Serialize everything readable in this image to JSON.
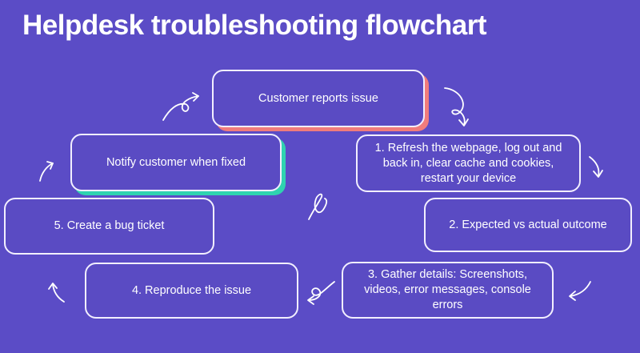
{
  "title": "Helpdesk troubleshooting flowchart",
  "nodes": {
    "start": "Customer reports issue",
    "step1": "1. Refresh the webpage, log out and back in, clear cache and cookies, restart your device",
    "step2": "2. Expected vs actual outcome",
    "step3": "3. Gather details: Screenshots, videos, error messages, console errors",
    "step4": "4. Reproduce the issue",
    "step5": "5. Create a bug ticket",
    "end": "Notify customer when fixed"
  },
  "colors": {
    "background": "#5b4cc6",
    "start_accent": "#f07c7c",
    "end_accent": "#2fd3b0"
  }
}
